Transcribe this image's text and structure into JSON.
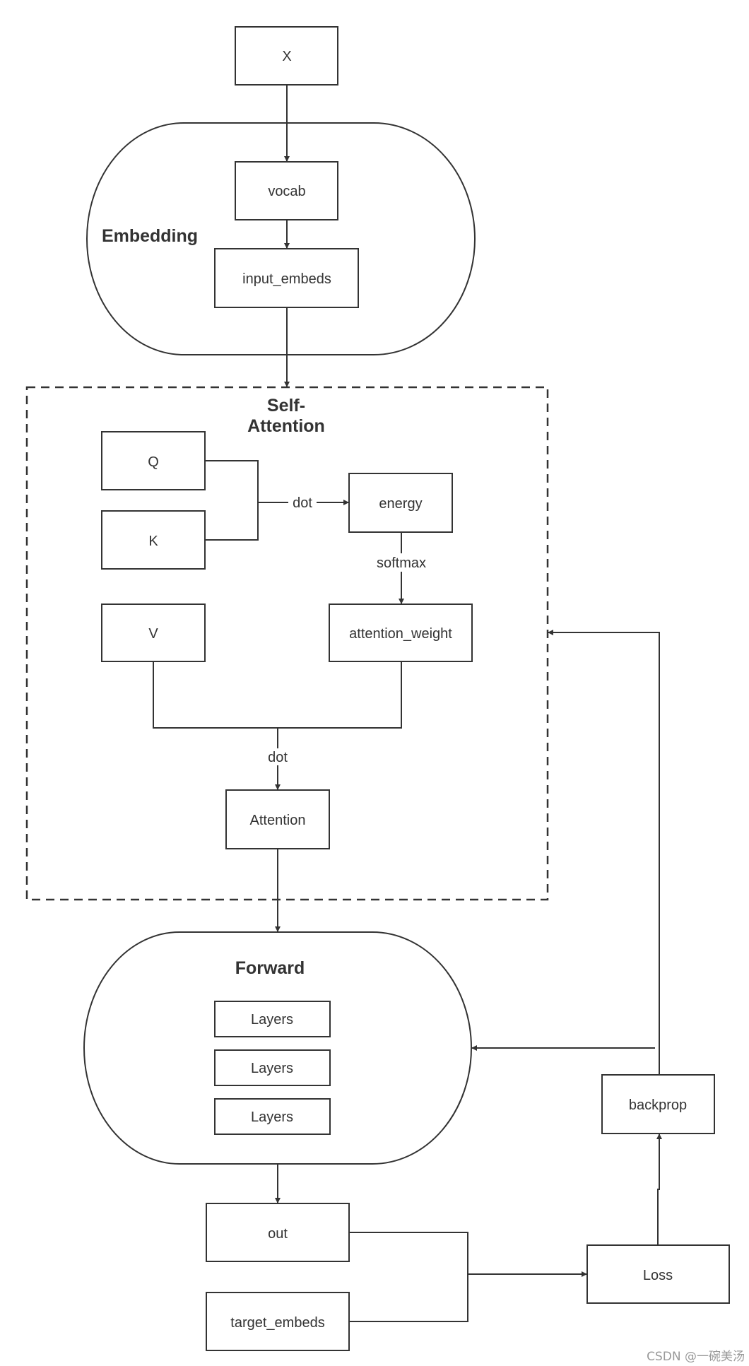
{
  "groups": {
    "embedding": "Embedding",
    "self_attention_line1": "Self-",
    "self_attention_line2": "Attention",
    "forward": "Forward"
  },
  "nodes": {
    "x": "X",
    "vocab": "vocab",
    "input_embeds": "input_embeds",
    "q": "Q",
    "k": "K",
    "energy": "energy",
    "v": "V",
    "attention_weight": "attention_weight",
    "attention": "Attention",
    "layers_1": "Layers",
    "layers_2": "Layers",
    "layers_3": "Layers",
    "out": "out",
    "target_embeds": "target_embeds",
    "loss": "Loss",
    "backprop": "backprop"
  },
  "edge_labels": {
    "qk_dot": "dot",
    "softmax": "softmax",
    "v_dot": "dot"
  },
  "watermark": "CSDN @一碗美汤",
  "colors": {
    "stroke": "#333333",
    "background": "#ffffff",
    "watermark": "#999999"
  }
}
